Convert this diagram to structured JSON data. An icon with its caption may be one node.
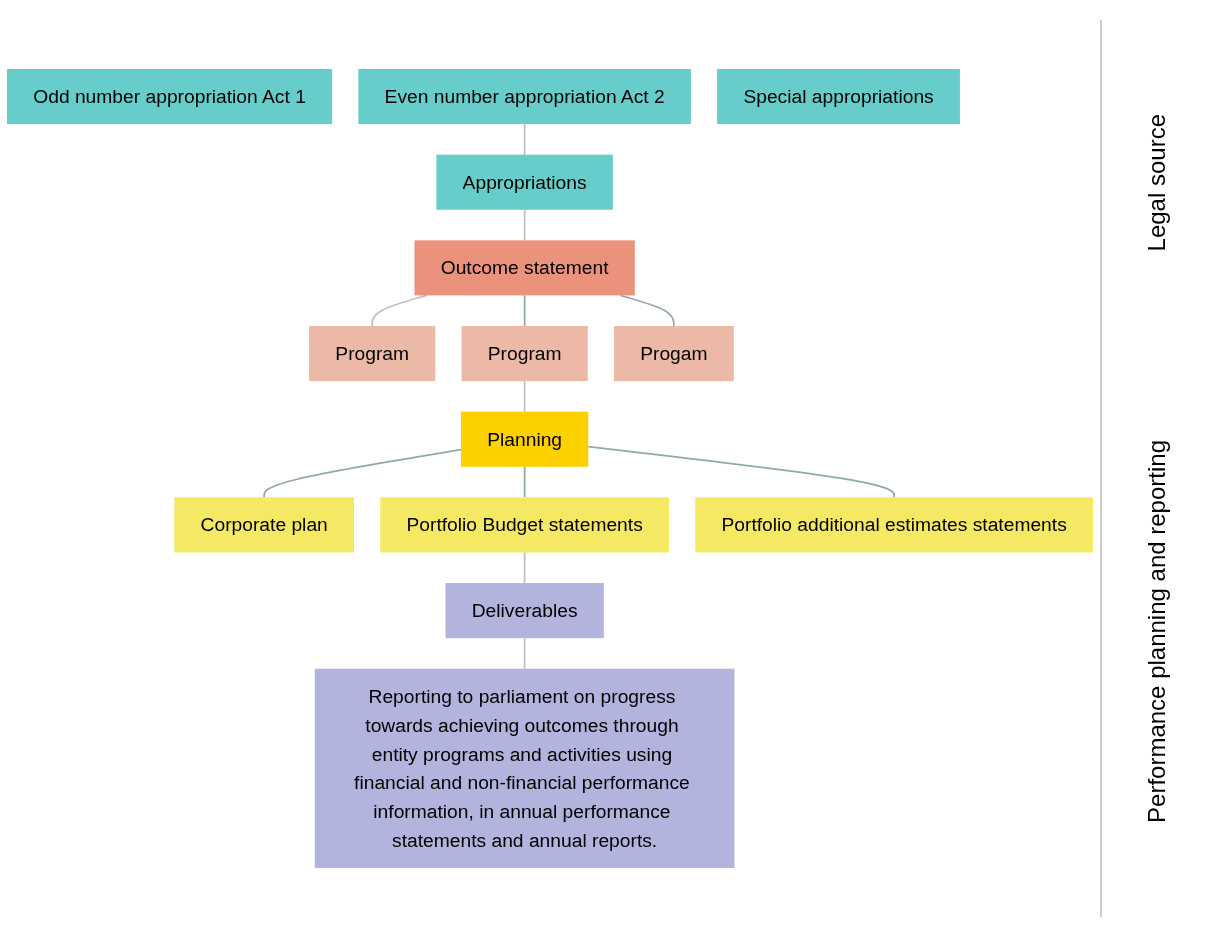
{
  "diagram": {
    "nodes": [
      {
        "text": [
          "Odd number appropriation Act 1"
        ]
      },
      {
        "text": [
          "Even number appropriation Act 2"
        ]
      },
      {
        "text": [
          "Special appropriations"
        ]
      },
      {
        "text": [
          "Appropriations"
        ]
      },
      {
        "text": [
          "Outcome statement"
        ]
      },
      {
        "text": [
          "Program"
        ]
      },
      {
        "text": [
          "Program"
        ]
      },
      {
        "text": [
          "Progam"
        ]
      },
      {
        "text": [
          "Planning"
        ]
      },
      {
        "text": [
          "Corporate plan"
        ]
      },
      {
        "text": [
          "Portfolio Budget statements"
        ]
      },
      {
        "text": [
          "Portfolio additional estimates statements"
        ]
      },
      {
        "text": [
          "Deliverables"
        ]
      },
      {
        "text": [
          "Reporting to parliament on progress towards achieving outcomes through entity programs and activities using financial and non-financial performance information, in annual performance statements and annual reports."
        ]
      }
    ],
    "edges": [
      {
        "from": 1,
        "to": 3,
        "arrow": "none"
      },
      {
        "from": 3,
        "to": 4,
        "arrow": "none"
      },
      {
        "from": 4,
        "to": 5,
        "arrow": "none"
      },
      {
        "from": 4,
        "to": 6,
        "arrow": "none",
        "color": "#8fa9a9"
      },
      {
        "from": 4,
        "to": 7,
        "arrow": "none",
        "color": "#8fa9a9"
      },
      {
        "from": 6,
        "to": 8,
        "arrow": "none"
      },
      {
        "from": 8,
        "to": 9,
        "arrow": "none",
        "color": "#8fa9a9"
      },
      {
        "from": 8,
        "to": 10,
        "arrow": "none",
        "color": "#8fa9a9"
      },
      {
        "from": 8,
        "to": 11,
        "arrow": "none",
        "color": "#8fa9a9"
      },
      {
        "from": 10,
        "to": 12,
        "arrow": "none"
      },
      {
        "from": 12,
        "to": 13,
        "arrow": "none"
      }
    ],
    "labels": [
      "Legal source",
      "Performance planning and reporting"
    ]
  }
}
